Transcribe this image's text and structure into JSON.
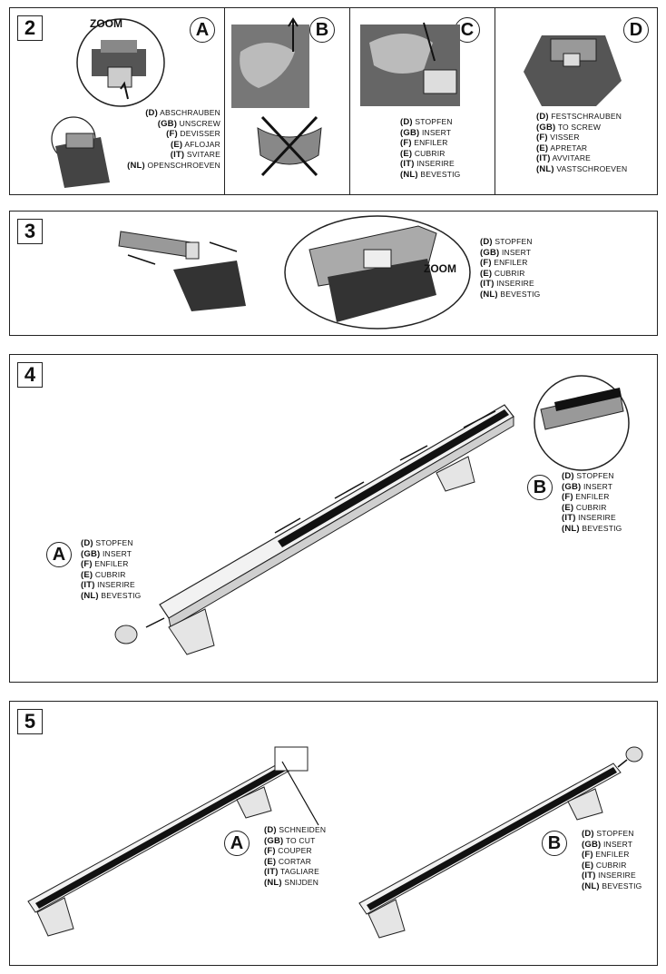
{
  "step2": {
    "number": "2",
    "A": {
      "letter": "A",
      "zoom": "ZOOM",
      "legend": [
        {
          "code": "(D)",
          "text": "ABSCHRAUBEN"
        },
        {
          "code": "(GB)",
          "text": "UNSCREW"
        },
        {
          "code": "(F)",
          "text": "DEVISSER"
        },
        {
          "code": "(E)",
          "text": "AFLOJAR"
        },
        {
          "code": "(IT)",
          "text": "SVITARE"
        },
        {
          "code": "(NL)",
          "text": "OPENSCHROEVEN"
        }
      ]
    },
    "B": {
      "letter": "B"
    },
    "C": {
      "letter": "C",
      "legend": [
        {
          "code": "(D)",
          "text": "STOPFEN"
        },
        {
          "code": "(GB)",
          "text": "INSERT"
        },
        {
          "code": "(F)",
          "text": "ENFILER"
        },
        {
          "code": "(E)",
          "text": "CUBRIR"
        },
        {
          "code": "(IT)",
          "text": "INSERIRE"
        },
        {
          "code": "(NL)",
          "text": "BEVESTIG"
        }
      ]
    },
    "D": {
      "letter": "D",
      "legend": [
        {
          "code": "(D)",
          "text": "FESTSCHRAUBEN"
        },
        {
          "code": "(GB)",
          "text": "TO SCREW"
        },
        {
          "code": "(F)",
          "text": "VISSER"
        },
        {
          "code": "(E)",
          "text": "APRETAR"
        },
        {
          "code": "(IT)",
          "text": "AVVITARE"
        },
        {
          "code": "(NL)",
          "text": "VASTSCHROEVEN"
        }
      ]
    }
  },
  "step3": {
    "number": "3",
    "zoom": "ZOOM",
    "legend": [
      {
        "code": "(D)",
        "text": "STOPFEN"
      },
      {
        "code": "(GB)",
        "text": "INSERT"
      },
      {
        "code": "(F)",
        "text": "ENFILER"
      },
      {
        "code": "(E)",
        "text": "CUBRIR"
      },
      {
        "code": "(IT)",
        "text": "INSERIRE"
      },
      {
        "code": "(NL)",
        "text": "BEVESTIG"
      }
    ]
  },
  "step4": {
    "number": "4",
    "A": {
      "letter": "A",
      "legend": [
        {
          "code": "(D)",
          "text": "STOPFEN"
        },
        {
          "code": "(GB)",
          "text": "INSERT"
        },
        {
          "code": "(F)",
          "text": "ENFILER"
        },
        {
          "code": "(E)",
          "text": "CUBRIR"
        },
        {
          "code": "(IT)",
          "text": "INSERIRE"
        },
        {
          "code": "(NL)",
          "text": "BEVESTIG"
        }
      ]
    },
    "B": {
      "letter": "B",
      "legend": [
        {
          "code": "(D)",
          "text": "STOPFEN"
        },
        {
          "code": "(GB)",
          "text": "INSERT"
        },
        {
          "code": "(F)",
          "text": "ENFILER"
        },
        {
          "code": "(E)",
          "text": "CUBRIR"
        },
        {
          "code": "(IT)",
          "text": "INSERIRE"
        },
        {
          "code": "(NL)",
          "text": "BEVESTIG"
        }
      ]
    }
  },
  "step5": {
    "number": "5",
    "A": {
      "letter": "A",
      "legend": [
        {
          "code": "(D)",
          "text": "SCHNEIDEN"
        },
        {
          "code": "(GB)",
          "text": "TO CUT"
        },
        {
          "code": "(F)",
          "text": "COUPER"
        },
        {
          "code": "(E)",
          "text": "CORTAR"
        },
        {
          "code": "(IT)",
          "text": "TAGLIARE"
        },
        {
          "code": "(NL)",
          "text": "SNIJDEN"
        }
      ]
    },
    "B": {
      "letter": "B",
      "legend": [
        {
          "code": "(D)",
          "text": "STOPFEN"
        },
        {
          "code": "(GB)",
          "text": "INSERT"
        },
        {
          "code": "(F)",
          "text": "ENFILER"
        },
        {
          "code": "(E)",
          "text": "CUBRIR"
        },
        {
          "code": "(IT)",
          "text": "INSERIRE"
        },
        {
          "code": "(NL)",
          "text": "BEVESTIG"
        }
      ]
    }
  }
}
